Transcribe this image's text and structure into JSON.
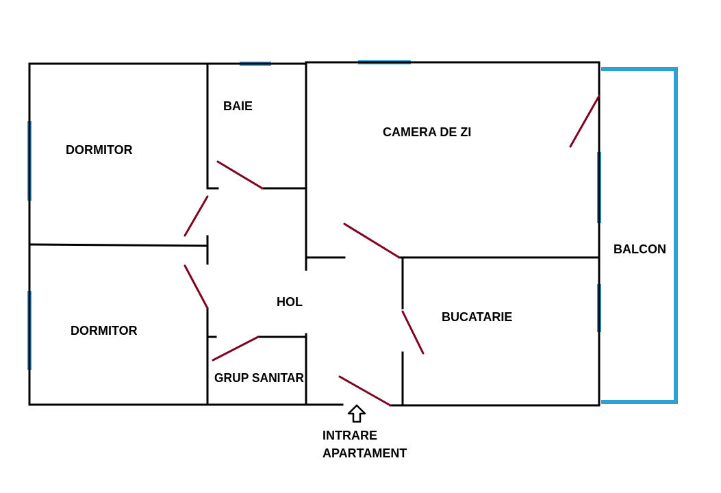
{
  "colors": {
    "wall": "#000000",
    "window": "#2ea0d8",
    "door": "#800020"
  },
  "rooms": {
    "dormitor_top": "DORMITOR",
    "dormitor_bottom": "DORMITOR",
    "baie": "BAIE",
    "camera_de_zi": "CAMERA DE ZI",
    "hol": "HOL",
    "bucatarie": "BUCATARIE",
    "grup_sanitar": "GRUP SANITAR",
    "balcon": "BALCON"
  },
  "entrance": {
    "line1": "INTRARE",
    "line2": "APARTAMENT",
    "icon": "up-arrow-icon"
  }
}
